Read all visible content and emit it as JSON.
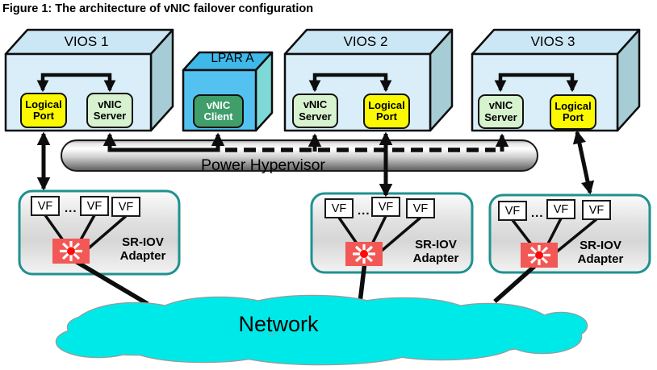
{
  "caption": "Figure 1: The architecture of vNIC failover configuration",
  "vios1": {
    "title": "VIOS 1",
    "logical_port": "Logical Port",
    "vnic_server": "vNIC Server"
  },
  "lpar": {
    "title": "LPAR A",
    "vnic_client": "vNIC Client"
  },
  "vios2": {
    "title": "VIOS 2",
    "vnic_server": "vNIC Server",
    "logical_port": "Logical Port"
  },
  "vios3": {
    "title": "VIOS 3",
    "vnic_server": "vNIC Server",
    "logical_port": "Logical Port"
  },
  "hypervisor": {
    "label": "Power Hypervisor"
  },
  "adapters": [
    {
      "label": "SR-IOV Adapter",
      "vfs": [
        "VF",
        "VF",
        "VF"
      ],
      "ellipsis": "..."
    },
    {
      "label": "SR-IOV Adapter",
      "vfs": [
        "VF",
        "VF",
        "VF"
      ],
      "ellipsis": "..."
    },
    {
      "label": "SR-IOV Adapter",
      "vfs": [
        "VF",
        "VF",
        "VF"
      ],
      "ellipsis": "..."
    }
  ],
  "network": {
    "label": "Network"
  },
  "colors": {
    "logical_port": "#faf900",
    "vnic_server": "#d6f2ce",
    "vnic_client": "#3f9e6a",
    "vios_front": "#daeefa",
    "vios_top": "#cbe6f4",
    "vios_side": "#a6ccd6",
    "lpar_front": "#53c2f0",
    "lpar_top": "#3fb9e9",
    "lpar_side": "#7ed9d6",
    "adapter_border": "#1f9190",
    "cloud": "#00e9e9",
    "switch_red": "#f25855"
  }
}
